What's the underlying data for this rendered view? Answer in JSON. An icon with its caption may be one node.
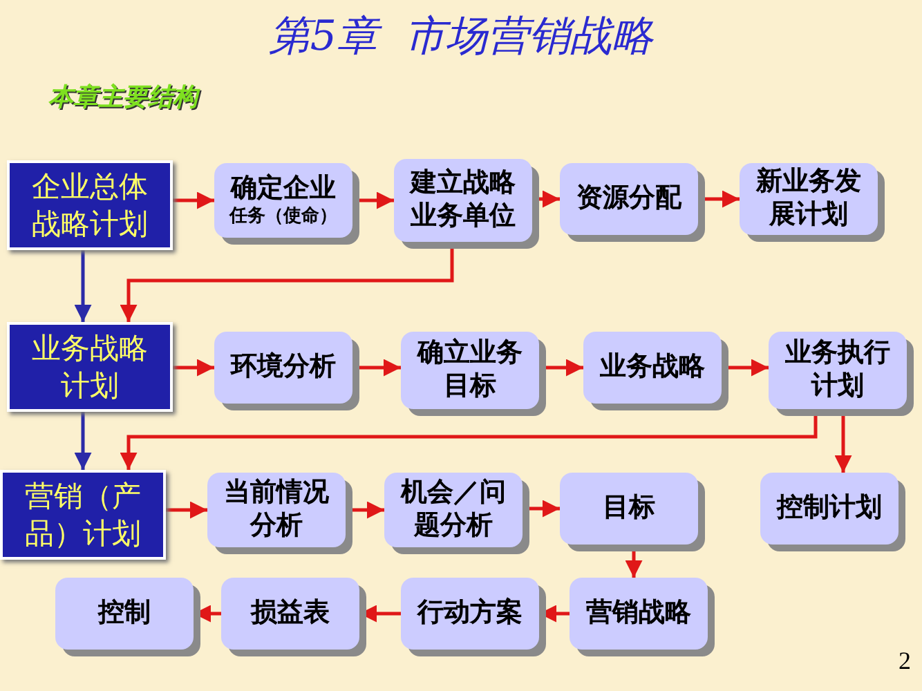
{
  "diagram": {
    "title": "第5章  市场营销战略",
    "nodes": [
      {
        "text": [
          "企业总体战略计划"
        ]
      },
      {
        "text": [
          "确定企业",
          "任务（使命）"
        ]
      },
      {
        "text": [
          "建立战略业务单位"
        ]
      },
      {
        "text": [
          "资源分配"
        ]
      },
      {
        "text": [
          "新业务发展计划"
        ]
      },
      {
        "text": [
          "业务战略计划"
        ]
      },
      {
        "text": [
          "环境分析"
        ]
      },
      {
        "text": [
          "确立业务目标"
        ]
      },
      {
        "text": [
          "业务战略"
        ]
      },
      {
        "text": [
          "业务执行计划"
        ]
      },
      {
        "text": [
          "营销（产品）计划"
        ]
      },
      {
        "text": [
          "当前情况分析"
        ]
      },
      {
        "text": [
          "机会／问题分析"
        ]
      },
      {
        "text": [
          "目标"
        ]
      },
      {
        "text": [
          "控制计划"
        ]
      },
      {
        "text": [
          "控制"
        ]
      },
      {
        "text": [
          "损益表"
        ]
      },
      {
        "text": [
          "行动方案"
        ]
      },
      {
        "text": [
          "营销战略"
        ]
      }
    ],
    "edges": [
      {
        "from": 0,
        "to": 1,
        "arrow": "to"
      },
      {
        "from": 1,
        "to": 2,
        "arrow": "to"
      },
      {
        "from": 2,
        "to": 3,
        "arrow": "to"
      },
      {
        "from": 3,
        "to": 4,
        "arrow": "to"
      },
      {
        "from": 0,
        "to": 5,
        "arrow": "to",
        "color": "#2b2ba8"
      },
      {
        "from": 2,
        "to": 5,
        "arrow": "to"
      },
      {
        "from": 5,
        "to": 6,
        "arrow": "to"
      },
      {
        "from": 6,
        "to": 7,
        "arrow": "to"
      },
      {
        "from": 7,
        "to": 8,
        "arrow": "to"
      },
      {
        "from": 8,
        "to": 9,
        "arrow": "to"
      },
      {
        "from": 5,
        "to": 10,
        "arrow": "to",
        "color": "#2b2ba8"
      },
      {
        "from": 9,
        "to": 10,
        "arrow": "to"
      },
      {
        "from": 9,
        "to": 14,
        "arrow": "to"
      },
      {
        "from": 10,
        "to": 11,
        "arrow": "to"
      },
      {
        "from": 11,
        "to": 12,
        "arrow": "to"
      },
      {
        "from": 12,
        "to": 13,
        "arrow": "to"
      },
      {
        "from": 13,
        "to": 18,
        "arrow": "to"
      },
      {
        "from": 18,
        "to": 17,
        "arrow": "to"
      },
      {
        "from": 17,
        "to": 16,
        "arrow": "to"
      },
      {
        "from": 16,
        "to": 15,
        "arrow": "to"
      }
    ],
    "labels": [
      "本章主要结构",
      "2"
    ]
  }
}
